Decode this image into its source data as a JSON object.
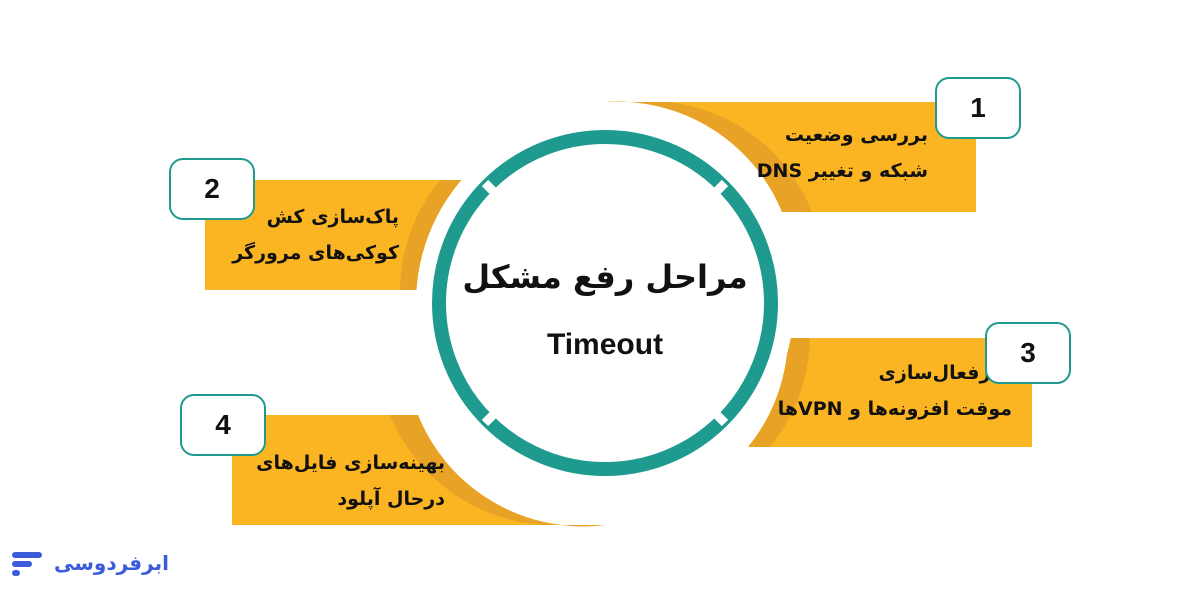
{
  "title": "مراحل رفع مشکل",
  "subtitle": "Timeout",
  "steps": [
    {
      "number": "1",
      "line1": "بررسی وضعیت",
      "line2": "شبکه و تغییر DNS"
    },
    {
      "number": "2",
      "line1": "پاک‌سازی کش",
      "line2": "کوکی‌های مرورگر"
    },
    {
      "number": "3",
      "line1": "غیرفعال‌سازی",
      "line2": "موقت افزونه‌ها و VPNها"
    },
    {
      "number": "4",
      "line1": "بهینه‌سازی فایل‌های",
      "line2": "درحال آپلود"
    }
  ],
  "brand": {
    "name": "ابرفردوسی",
    "icon": "brand-logo-icon"
  },
  "colors": {
    "teal": "#1f9a8f",
    "orange": "#fbb522",
    "orange_dark": "#e8a326"
  }
}
